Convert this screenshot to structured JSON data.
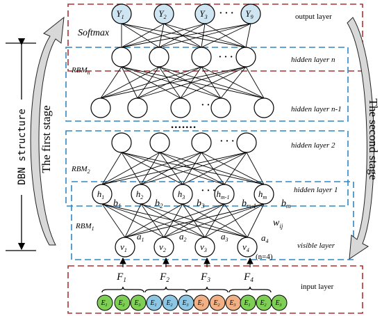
{
  "colors": {
    "red_box": "#b03030",
    "blue_box": "#2f86c6",
    "y_node_fill": "#cfe6f2",
    "gray_arrow": "#d8d8d8",
    "cluster_green": "#7fcf56",
    "cluster_blue": "#8ec7e3",
    "cluster_orange": "#f2b184"
  },
  "labels": {
    "output_layer": "output layer",
    "hidden_n": "hidden layer n",
    "hidden_n1": "hidden layer n-1",
    "hidden_2": "hidden layer 2",
    "hidden_1": "hidden layer 1",
    "visible": "visible layer",
    "input": "input layer",
    "softmax": "Softmax",
    "dots": "·······",
    "ellipsis": "· · ·",
    "dbn_structure": "DBN structure",
    "first_stage": "The first stage",
    "second_stage": "The second stage",
    "n_eq": "(n=4)",
    "w_ij_main": "w",
    "w_ij_sub": "ij"
  },
  "rbm_labels": [
    {
      "main": "RBM",
      "sub": "n"
    },
    {
      "main": "RBM",
      "sub": "2"
    },
    {
      "main": "RBM",
      "sub": "1"
    }
  ],
  "y_nodes": [
    {
      "main": "Y",
      "sub": "1"
    },
    {
      "main": "Y",
      "sub": "2"
    },
    {
      "main": "Y",
      "sub": "3"
    },
    {
      "main": "Y",
      "sub": "9"
    }
  ],
  "h_nodes": [
    {
      "main": "h",
      "sub": "1"
    },
    {
      "main": "h",
      "sub": "2"
    },
    {
      "main": "h",
      "sub": "3"
    },
    {
      "main": "h",
      "sub": "m-1"
    },
    {
      "main": "h",
      "sub": "m"
    }
  ],
  "b_labels": [
    {
      "main": "b",
      "sub": "1"
    },
    {
      "main": "b",
      "sub": "2"
    },
    {
      "main": "b",
      "sub": "3"
    },
    {
      "main": "b",
      "sub": "m-1"
    },
    {
      "main": "b",
      "sub": "m"
    }
  ],
  "v_nodes": [
    {
      "main": "v",
      "sub": "1"
    },
    {
      "main": "v",
      "sub": "2"
    },
    {
      "main": "v",
      "sub": "3"
    },
    {
      "main": "v",
      "sub": "4"
    }
  ],
  "a_labels": [
    {
      "main": "a",
      "sub": "1"
    },
    {
      "main": "a",
      "sub": "2"
    },
    {
      "main": "a",
      "sub": "3"
    },
    {
      "main": "a",
      "sub": "4"
    }
  ],
  "f_labels": [
    {
      "main": "F",
      "sub": "1"
    },
    {
      "main": "F",
      "sub": "2"
    },
    {
      "main": "F",
      "sub": "3"
    },
    {
      "main": "F",
      "sub": "4"
    }
  ],
  "e_nodes": [
    {
      "main": "E",
      "sub": "1"
    },
    {
      "main": "E",
      "sub": "2"
    },
    {
      "main": "E",
      "sub": "3"
    },
    {
      "main": "E",
      "sub": "1"
    },
    {
      "main": "E",
      "sub": "2"
    },
    {
      "main": "E",
      "sub": "3"
    },
    {
      "main": "E",
      "sub": "1"
    },
    {
      "main": "E",
      "sub": "2"
    },
    {
      "main": "E",
      "sub": "3"
    },
    {
      "main": "E",
      "sub": "1"
    },
    {
      "main": "E",
      "sub": "2"
    },
    {
      "main": "E",
      "sub": "3"
    }
  ]
}
